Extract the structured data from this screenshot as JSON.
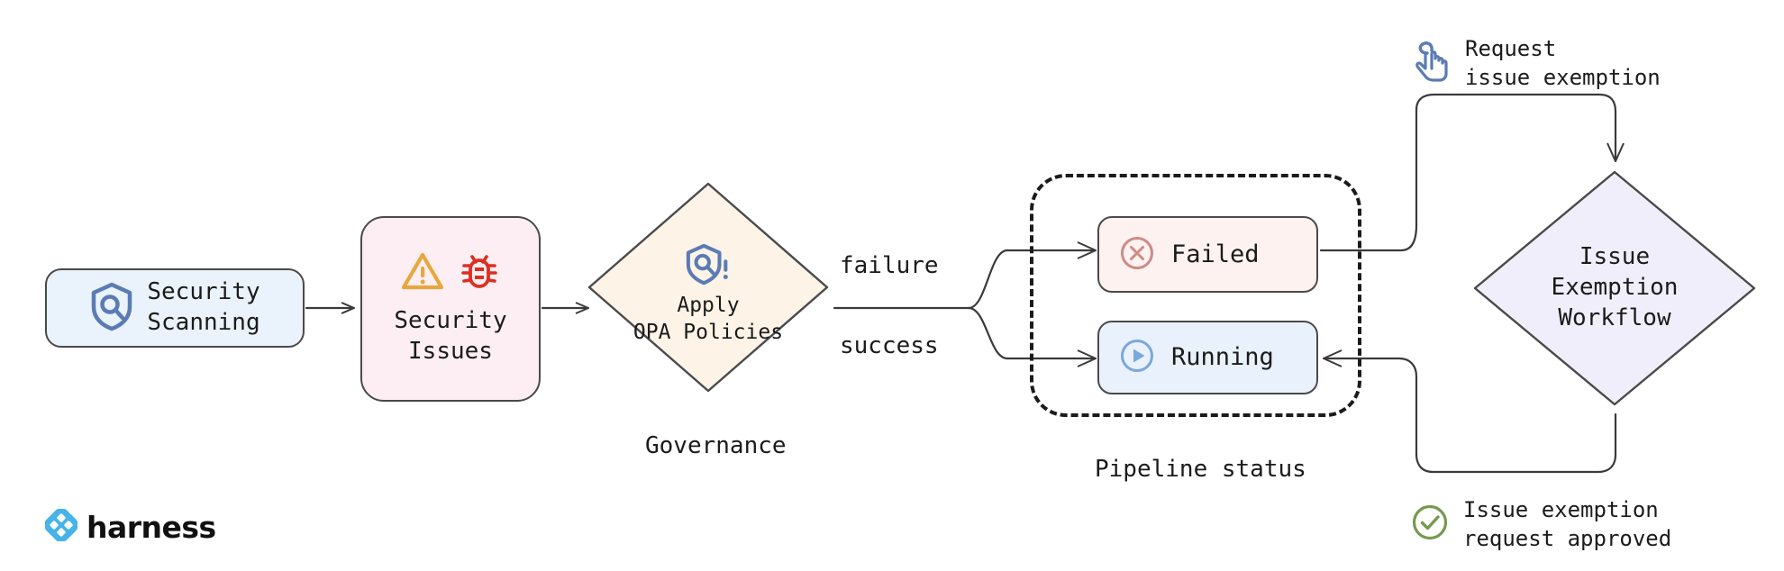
{
  "diagram": {
    "title": "Security scanning governance and issue exemption workflow",
    "background": "#ffffff"
  },
  "nodes": {
    "security_scanning": {
      "label": "Security\nScanning",
      "icon": "shield-search-icon",
      "fill": "#eaf3fb",
      "stroke": "#4a4a4a",
      "icon_color": "#5a7bb5"
    },
    "security_issues": {
      "label": "Security\nIssues",
      "icons": [
        "warning-triangle-icon",
        "bug-icon"
      ],
      "fill": "#fdeef3",
      "stroke": "#4a4a4a",
      "warning_color": "#e8a73c",
      "bug_color": "#dc2f22"
    },
    "governance": {
      "label": "Apply\nOPA Policies",
      "caption": "Governance",
      "icon": "shield-search-alert-icon",
      "fill": "#fdf3e7",
      "stroke": "#4a4a4a",
      "icon_color": "#5a7bb5"
    },
    "pipeline_status": {
      "caption": "Pipeline status",
      "border_style": "dashed",
      "border_color": "#1b1b1b",
      "items": [
        {
          "label": "Failed",
          "icon": "x-circle-icon",
          "fill": "#fdf2f0",
          "icon_color": "#cc8b86",
          "stroke": "#4a4a4a"
        },
        {
          "label": "Running",
          "icon": "play-circle-icon",
          "fill": "#e9f2fc",
          "icon_color": "#7ba7dd",
          "stroke": "#4a4a4a"
        }
      ]
    },
    "exemption_workflow": {
      "label": "Issue\nExemption\nWorkflow",
      "fill": "#f1eefb",
      "stroke": "#4a4a4a"
    }
  },
  "edge_labels": {
    "failure": "failure",
    "success": "success"
  },
  "notes": [
    {
      "id": "request-exemption",
      "text": "Request\nissue exemption",
      "icon": "click-hand-icon",
      "icon_color": "#5a7bb5"
    },
    {
      "id": "exemption-approved",
      "text": "Issue exemption\nrequest approved",
      "icon": "check-circle-icon",
      "icon_color": "#77994f"
    }
  ],
  "branding": {
    "wordmark": "harness",
    "logo_icon": "harness-diamond-logo",
    "logo_color": "#46b3e9"
  }
}
